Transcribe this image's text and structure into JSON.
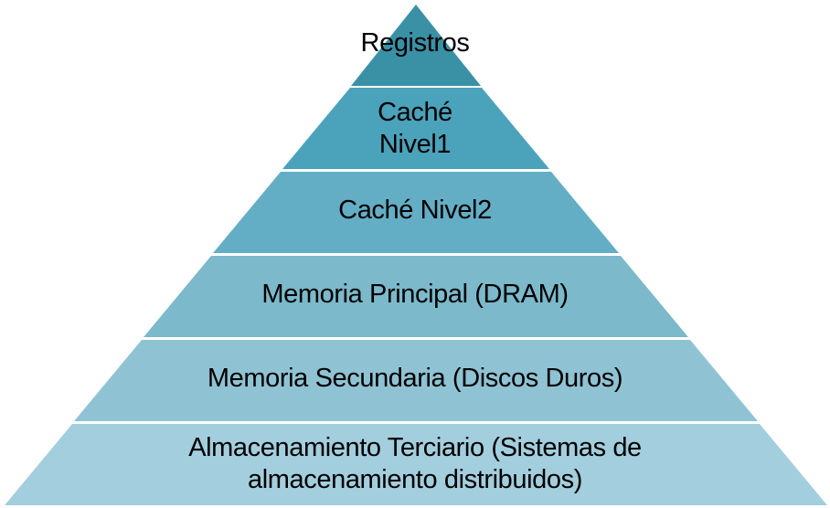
{
  "levels": [
    {
      "label": "Registros",
      "color": "#3a91a6"
    },
    {
      "label": "Caché Nivel1",
      "color": "#4ba2bb"
    },
    {
      "label": "Caché Nivel2",
      "color": "#63aec5"
    },
    {
      "label": "Memoria Principal (DRAM)",
      "color": "#7bb9cb"
    },
    {
      "label": "Memoria Secundaria (Discos Duros)",
      "color": "#8fc3d4"
    },
    {
      "label": "Almacenamiento Terciario (Sistemas de almacenamiento distribuidos)",
      "color": "#a3cedd"
    }
  ]
}
